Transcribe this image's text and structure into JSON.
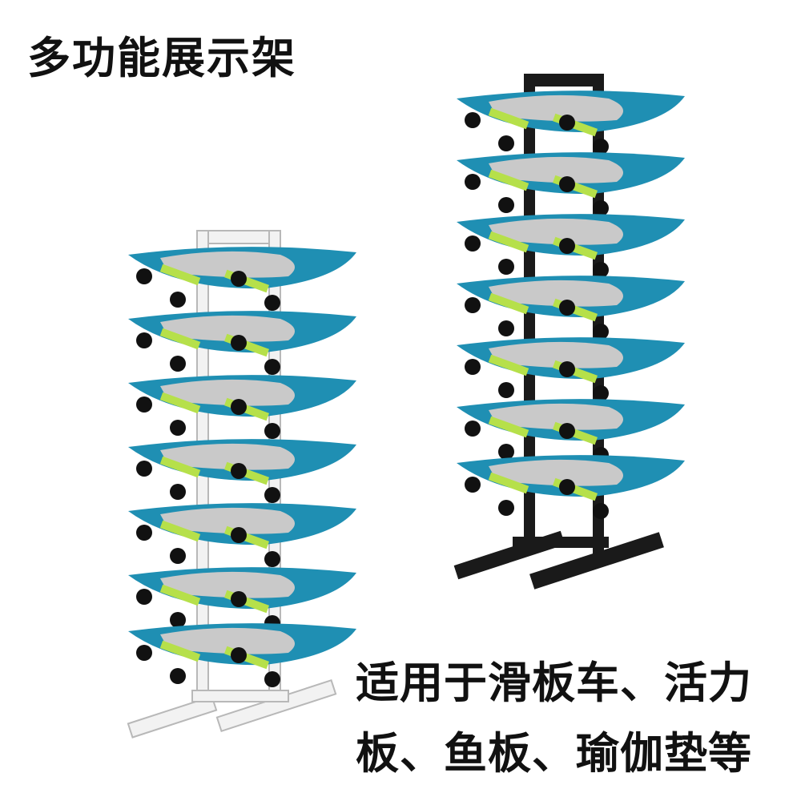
{
  "title": "多功能展示架",
  "caption": {
    "line1": "适用于滑板车、活力",
    "line2": "板、鱼板、瑜伽垫等"
  },
  "racks": [
    {
      "name": "white-rack",
      "frame_color": "#f2f2f2",
      "frame_stroke": "#b8b8b8",
      "tiers": 7
    },
    {
      "name": "black-rack",
      "frame_color": "#1a1a1a",
      "frame_stroke": "#000000",
      "tiers": 7
    }
  ],
  "colors": {
    "deck_bottom": "#1f8fb3",
    "deck_top": "#c9c9c9",
    "truck": "#b6e04a",
    "wheel": "#111111"
  }
}
